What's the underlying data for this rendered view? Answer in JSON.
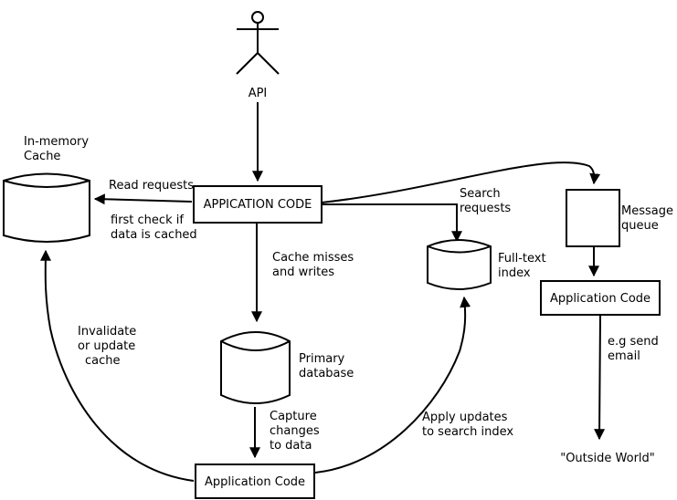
{
  "actor": {
    "label": "API"
  },
  "caches": {
    "label_line1": "In-memory",
    "label_line2": "Cache"
  },
  "app_main": {
    "label": "APPICATION CODE"
  },
  "read_requests": {
    "line1": "Read requests"
  },
  "first_check": {
    "line1": "first check if",
    "line2": "data is cached"
  },
  "cache_misses": {
    "line1": "Cache misses",
    "line2": "and writes"
  },
  "search_requests": {
    "line1": "Search",
    "line2": "requests"
  },
  "fulltext": {
    "line1": "Full-text",
    "line2": "index"
  },
  "message_queue": {
    "line1": "Message",
    "line2": "queue"
  },
  "app_queue": {
    "label": "Application Code"
  },
  "send_email": {
    "line1": "e.g send",
    "line2": "email"
  },
  "outside_world": {
    "label": "\"Outside World\""
  },
  "primary_db": {
    "line1": "Primary",
    "line2": "database"
  },
  "capture": {
    "line1": "Capture",
    "line2": "changes",
    "line3": "to data"
  },
  "app_bottom": {
    "label": "Application Code"
  },
  "invalidate": {
    "line1": "Invalidate",
    "line2": "or update",
    "line3": "cache"
  },
  "apply_updates": {
    "line1": "Apply updates",
    "line2": "to search index"
  }
}
